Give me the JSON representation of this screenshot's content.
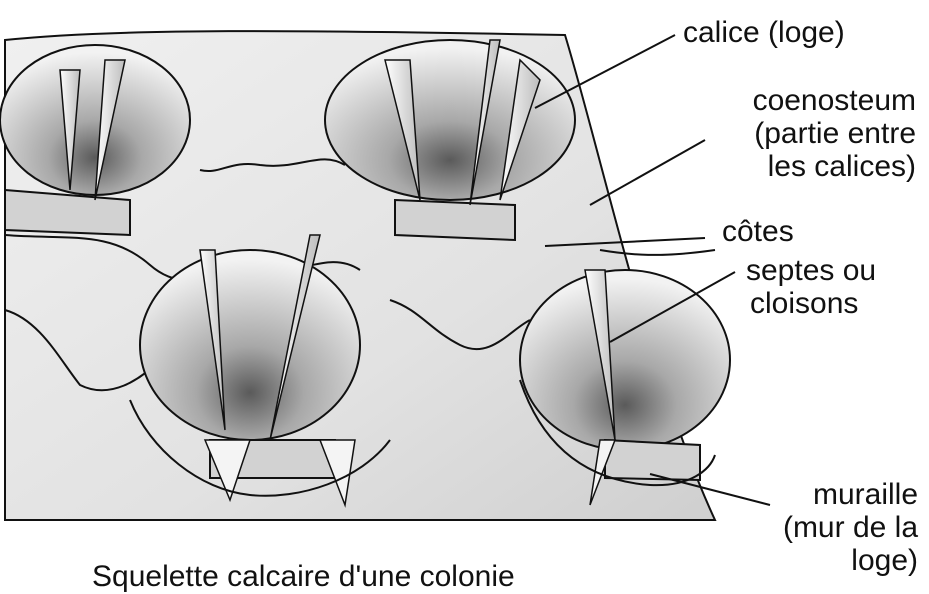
{
  "labels": {
    "calice": "calice (loge)",
    "coenosteum": [
      "coenosteum",
      "(partie entre",
      "les calices)"
    ],
    "cotes": "côtes",
    "septes": [
      "septes ou",
      "cloisons"
    ],
    "muraille": [
      "muraille",
      "(mur de la",
      "loge)"
    ]
  },
  "caption": "Squelette calcaire d'une colonie",
  "colors": {
    "ink": "#111111",
    "sheet_light": "#ececec",
    "sheet_mid": "#d6d6d6",
    "sheet_dark": "#bdbdbd",
    "calice_inside": "#f4f4f4",
    "shadow": "#7a7a7a"
  }
}
